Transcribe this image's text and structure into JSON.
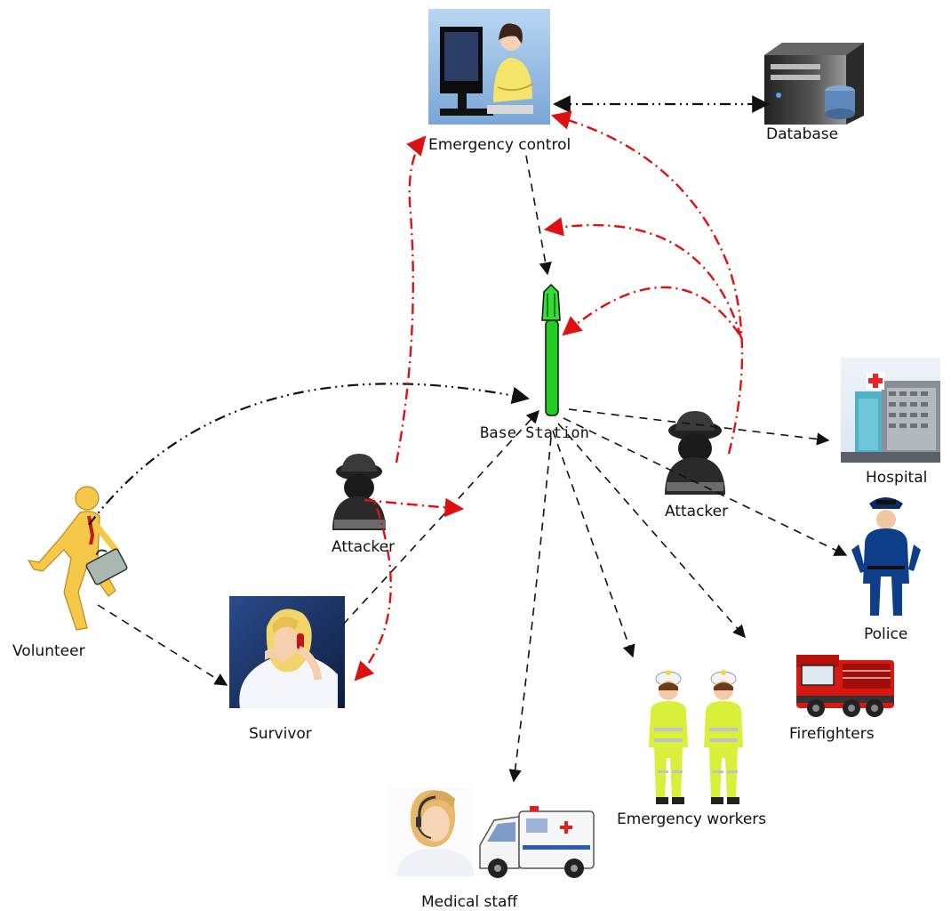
{
  "nodes": {
    "emergency_control": "Emergency control",
    "database": "Database",
    "base_station": "Base Station",
    "hospital": "Hospital",
    "police": "Police",
    "firefighters": "Firefighters",
    "emergency_workers": "Emergency workers",
    "medical_staff": "Medical staff",
    "survivor": "Survivor",
    "volunteer": "Volunteer",
    "attacker_left": "Attacker",
    "attacker_right": "Attacker"
  },
  "colors": {
    "attack_line": "#dd1111",
    "normal_line": "#111111",
    "tower": "#22cc22"
  },
  "icons": [
    "operator-icon",
    "server-icon",
    "tower-icon",
    "hospital-icon",
    "police-officer-icon",
    "fire-truck-icon",
    "worker-icon",
    "nurse-icon",
    "ambulance-icon",
    "survivor-icon",
    "runner-icon",
    "hacker-icon"
  ]
}
